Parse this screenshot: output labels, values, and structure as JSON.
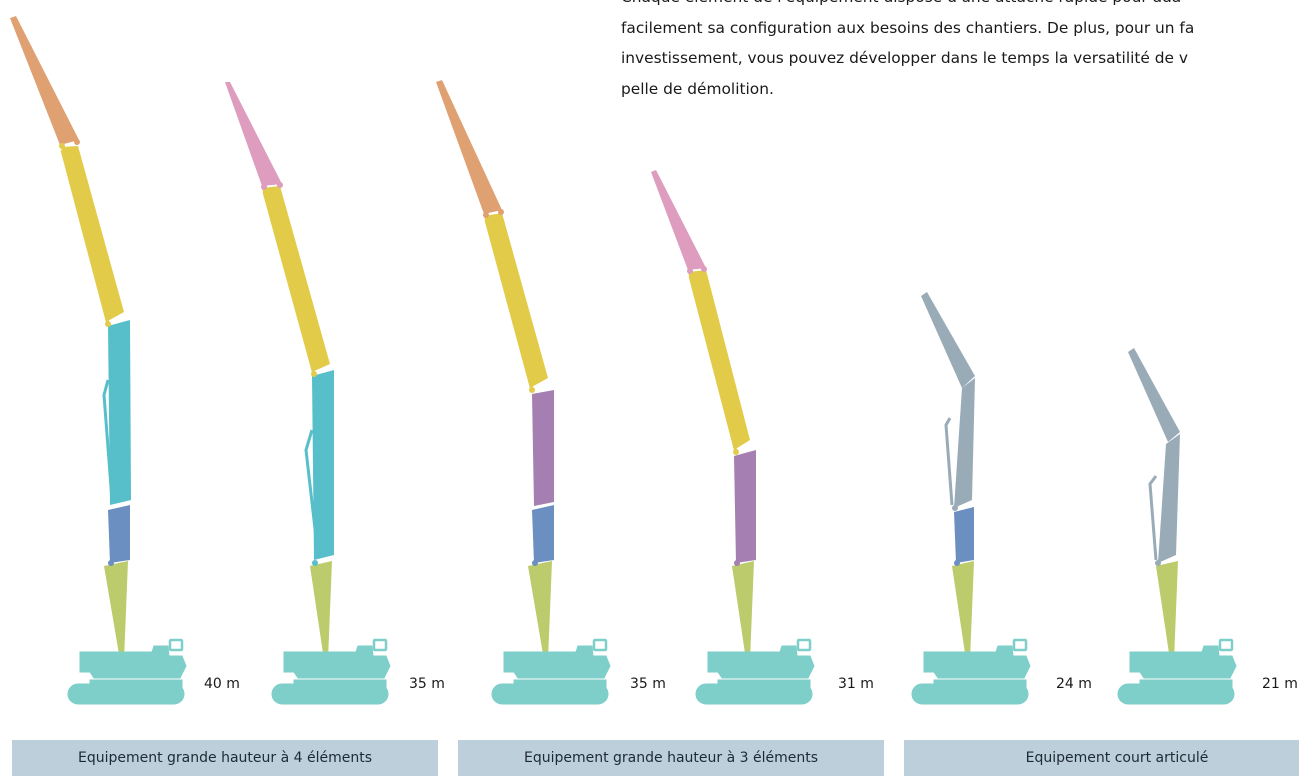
{
  "intro": {
    "lines": [
      "Chaque élément de l'équipement dispose d'une attache rapide pour ada",
      "facilement sa configuration aux besoins des chantiers. De plus, pour un fa",
      "investissement, vous pouvez développer dans le temps la versatilité de v",
      "pelle de démolition."
    ]
  },
  "machines": [
    {
      "height": "40 m"
    },
    {
      "height": "35 m"
    },
    {
      "height": "35 m"
    },
    {
      "height": "31 m"
    },
    {
      "height": "24 m"
    },
    {
      "height": "21 m"
    }
  ],
  "groups": [
    {
      "label": "Equipement grande hauteur à 4 éléments"
    },
    {
      "label": "Equipement grande hauteur à 3 éléments"
    },
    {
      "label": "Equipement court articulé"
    }
  ],
  "colors": {
    "carrier": "#7ecfc9",
    "base_boom": "#bccb6b",
    "short_section": "#6b8fc0",
    "long_section_cyan": "#57bfc9",
    "long_section_purple": "#a57fb1",
    "upper_boom": "#e3cb4a",
    "tip_orange": "#dfa072",
    "tip_pink": "#de9cbe",
    "articulated_grey": "#9aabb8",
    "band": "#bccfdb"
  }
}
